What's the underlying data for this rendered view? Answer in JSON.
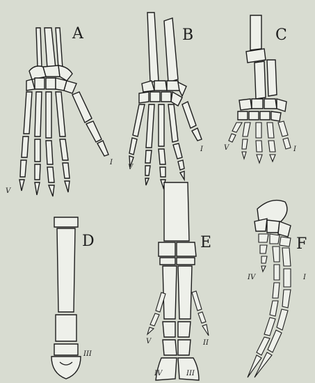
{
  "panels": [
    {
      "id": "A",
      "letter": "A",
      "digit_labels": [
        "I",
        "V"
      ]
    },
    {
      "id": "B",
      "letter": "B",
      "digit_labels": [
        "I",
        "V"
      ]
    },
    {
      "id": "C",
      "letter": "C",
      "digit_labels": [
        "I",
        "V"
      ]
    },
    {
      "id": "D",
      "letter": "D",
      "digit_labels": [
        "III"
      ]
    },
    {
      "id": "E",
      "letter": "E",
      "digit_labels": [
        "II",
        "V",
        "III",
        "IV"
      ]
    },
    {
      "id": "F",
      "letter": "F",
      "digit_labels": [
        "I",
        "IV"
      ]
    }
  ]
}
